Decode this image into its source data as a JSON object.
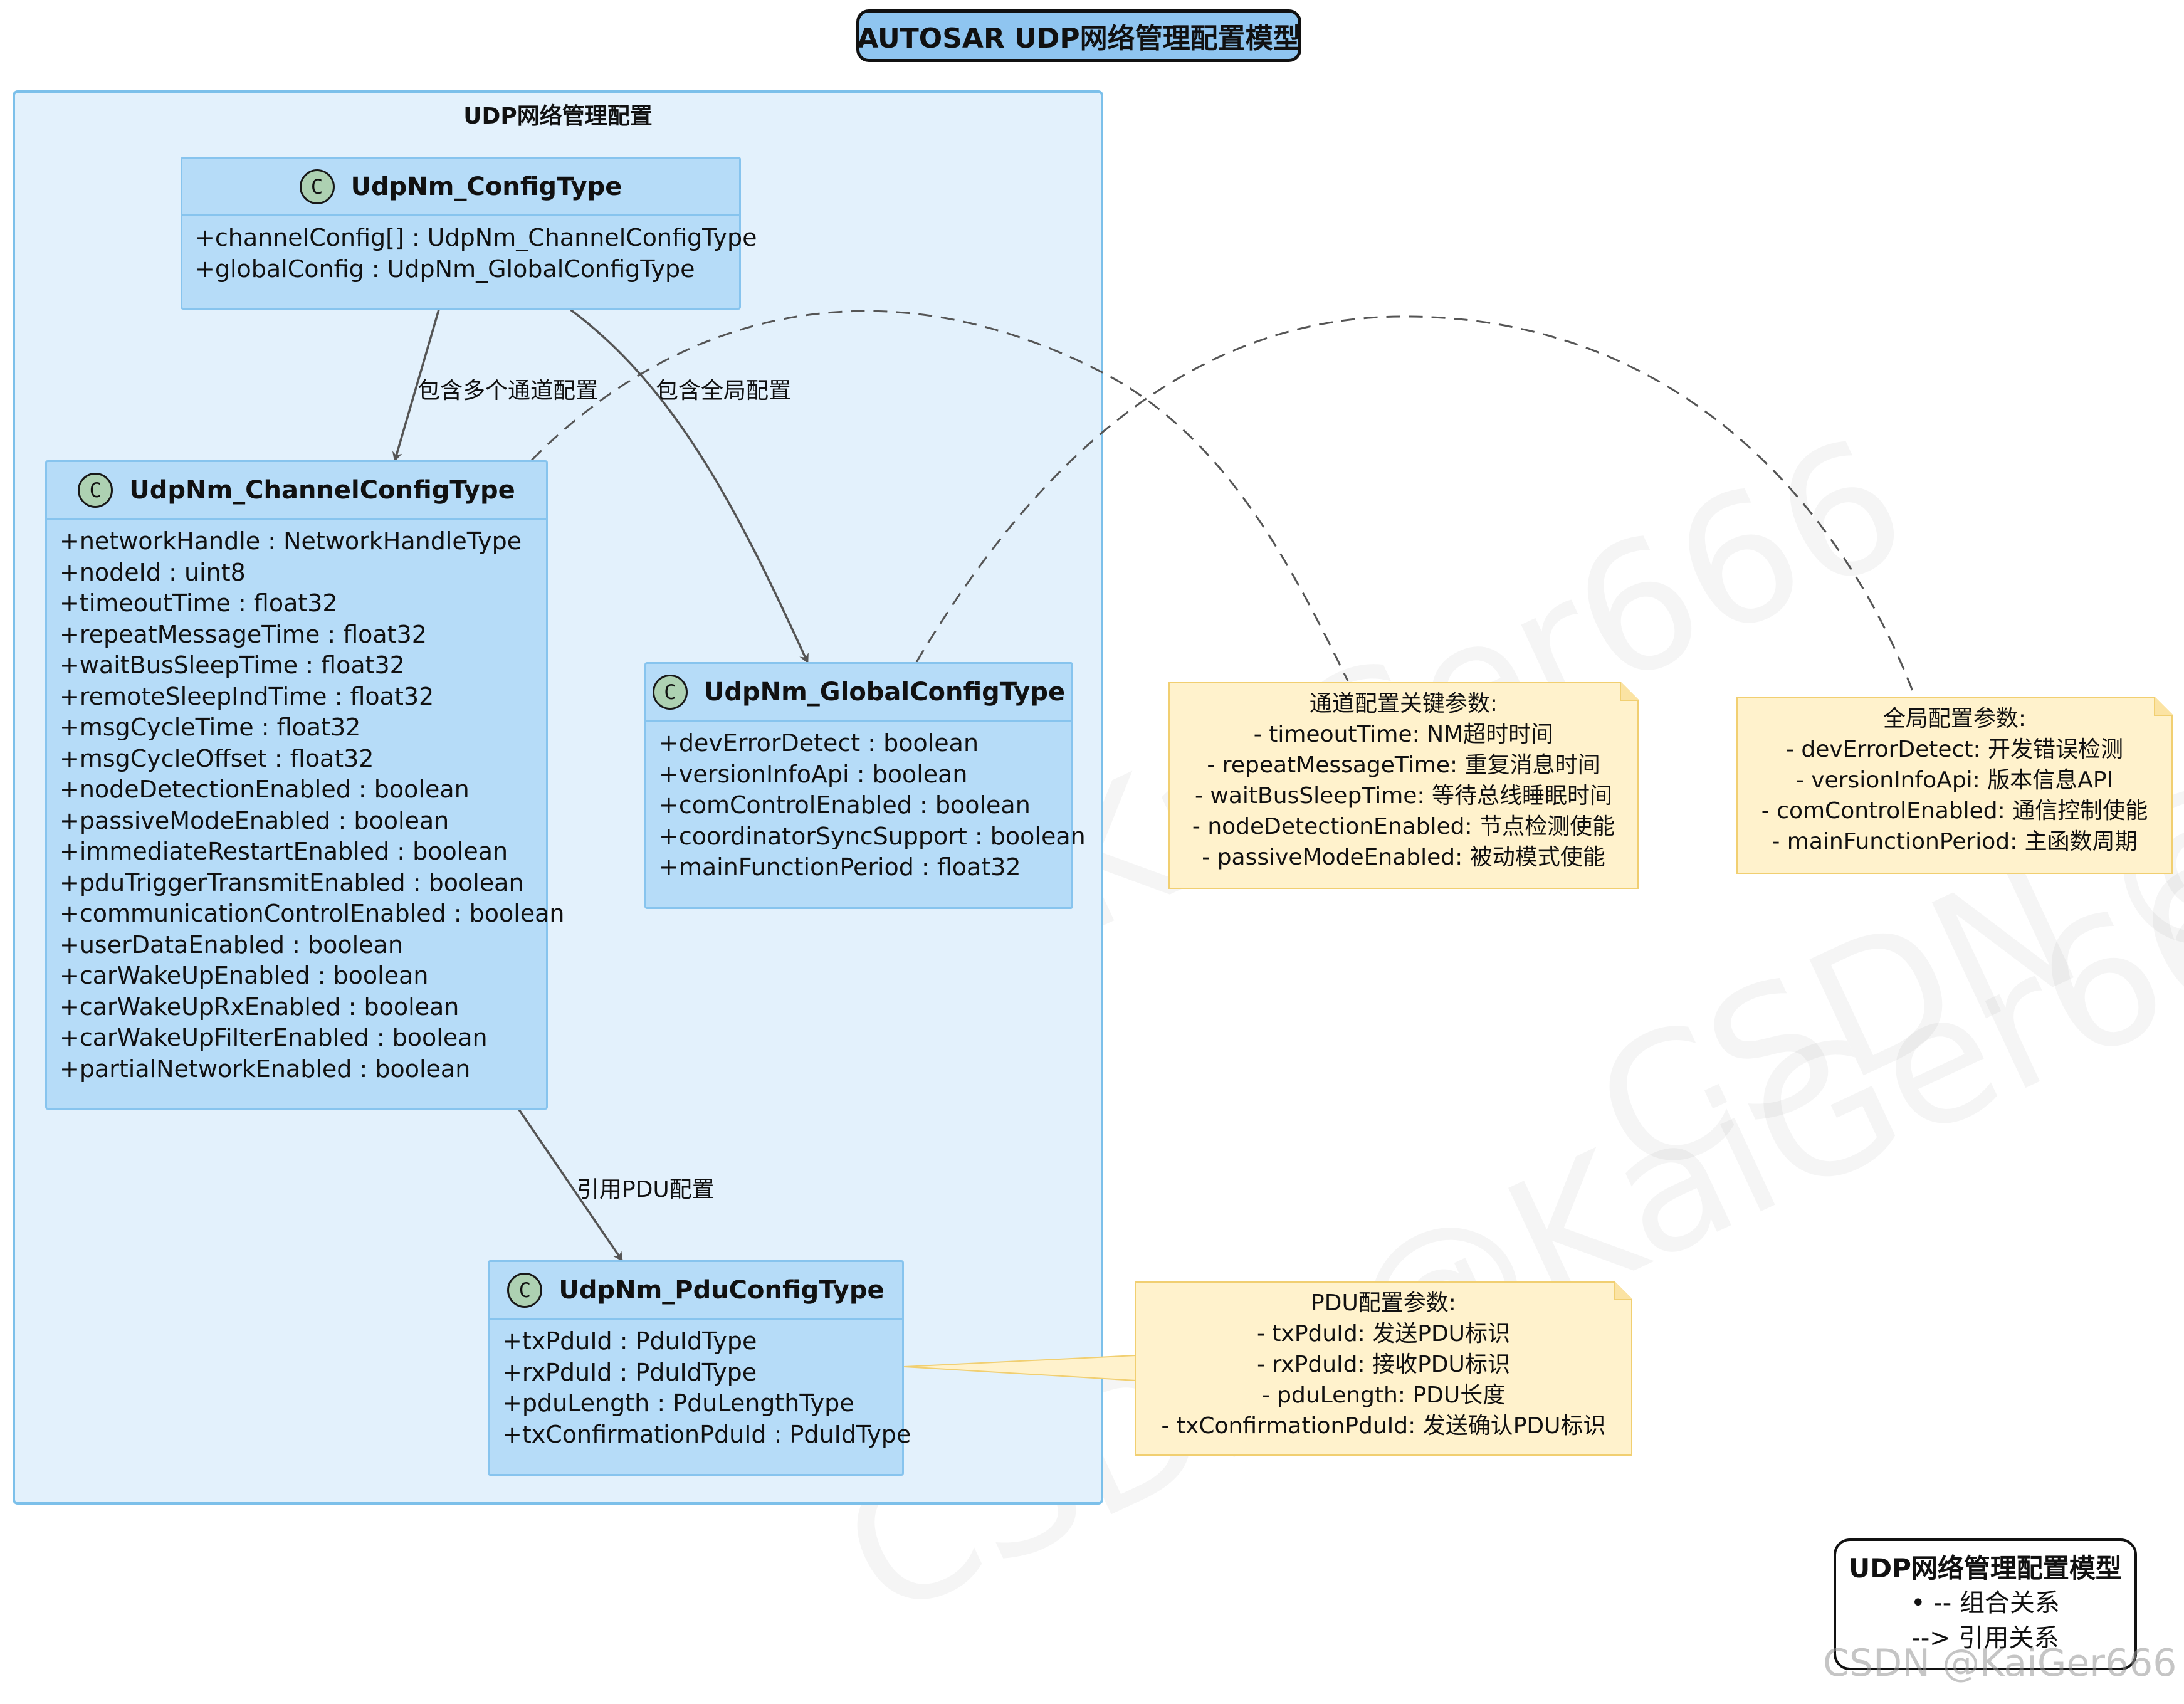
{
  "title": "AUTOSAR UDP网络管理配置模型",
  "package": {
    "label": "UDP网络管理配置"
  },
  "classes": {
    "config": {
      "stereotype": "C",
      "name": "UdpNm_ConfigType",
      "attributes": [
        "+channelConfig[] : UdpNm_ChannelConfigType",
        "+globalConfig : UdpNm_GlobalConfigType"
      ]
    },
    "channel": {
      "stereotype": "C",
      "name": "UdpNm_ChannelConfigType",
      "attributes": [
        "+networkHandle : NetworkHandleType",
        "+nodeId : uint8",
        "+timeoutTime : float32",
        "+repeatMessageTime : float32",
        "+waitBusSleepTime : float32",
        "+remoteSleepIndTime : float32",
        "+msgCycleTime : float32",
        "+msgCycleOffset : float32",
        "+nodeDetectionEnabled : boolean",
        "+passiveModeEnabled : boolean",
        "+immediateRestartEnabled : boolean",
        "+pduTriggerTransmitEnabled : boolean",
        "+communicationControlEnabled : boolean",
        "+userDataEnabled : boolean",
        "+carWakeUpEnabled : boolean",
        "+carWakeUpRxEnabled : boolean",
        "+carWakeUpFilterEnabled : boolean",
        "+partialNetworkEnabled : boolean"
      ]
    },
    "global": {
      "stereotype": "C",
      "name": "UdpNm_GlobalConfigType",
      "attributes": [
        "+devErrorDetect : boolean",
        "+versionInfoApi : boolean",
        "+comControlEnabled : boolean",
        "+coordinatorSyncSupport : boolean",
        "+mainFunctionPeriod : float32"
      ]
    },
    "pdu": {
      "stereotype": "C",
      "name": "UdpNm_PduConfigType",
      "attributes": [
        "+txPduId : PduIdType",
        "+rxPduId : PduIdType",
        "+pduLength : PduLengthType",
        "+txConfirmationPduId : PduIdType"
      ]
    }
  },
  "relations": {
    "config_channel": "包含多个通道配置",
    "config_global": "包含全局配置",
    "channel_pdu": "引用PDU配置"
  },
  "notes": {
    "channel": {
      "title": "通道配置关键参数:",
      "lines": [
        "- timeoutTime: NM超时时间",
        "- repeatMessageTime: 重复消息时间",
        "- waitBusSleepTime: 等待总线睡眠时间",
        "- nodeDetectionEnabled: 节点检测使能",
        "- passiveModeEnabled: 被动模式使能"
      ]
    },
    "global": {
      "title": "全局配置参数:",
      "lines": [
        "- devErrorDetect: 开发错误检测",
        "- versionInfoApi: 版本信息API",
        "- comControlEnabled: 通信控制使能",
        "- mainFunctionPeriod: 主函数周期"
      ]
    },
    "pdu": {
      "title": "PDU配置参数:",
      "lines": [
        "- txPduId: 发送PDU标识",
        "- rxPduId: 接收PDU标识",
        "- pduLength: PDU长度",
        "- txConfirmationPduId: 发送确认PDU标识"
      ]
    }
  },
  "legend": {
    "title": "UDP网络管理配置模型",
    "lines": [
      "• -- 组合关系",
      "--> 引用关系"
    ]
  },
  "watermark": "CSDN @KaiGer666",
  "colors": {
    "title_fill": "#8fc5f0",
    "package_fill": "#e3f1fc",
    "package_border": "#7cc0ea",
    "class_fill": "#b6dcf8",
    "class_border": "#87c4ee",
    "note_fill": "#fff2cc",
    "note_border": "#f1cf71",
    "arrow": "#555555"
  }
}
